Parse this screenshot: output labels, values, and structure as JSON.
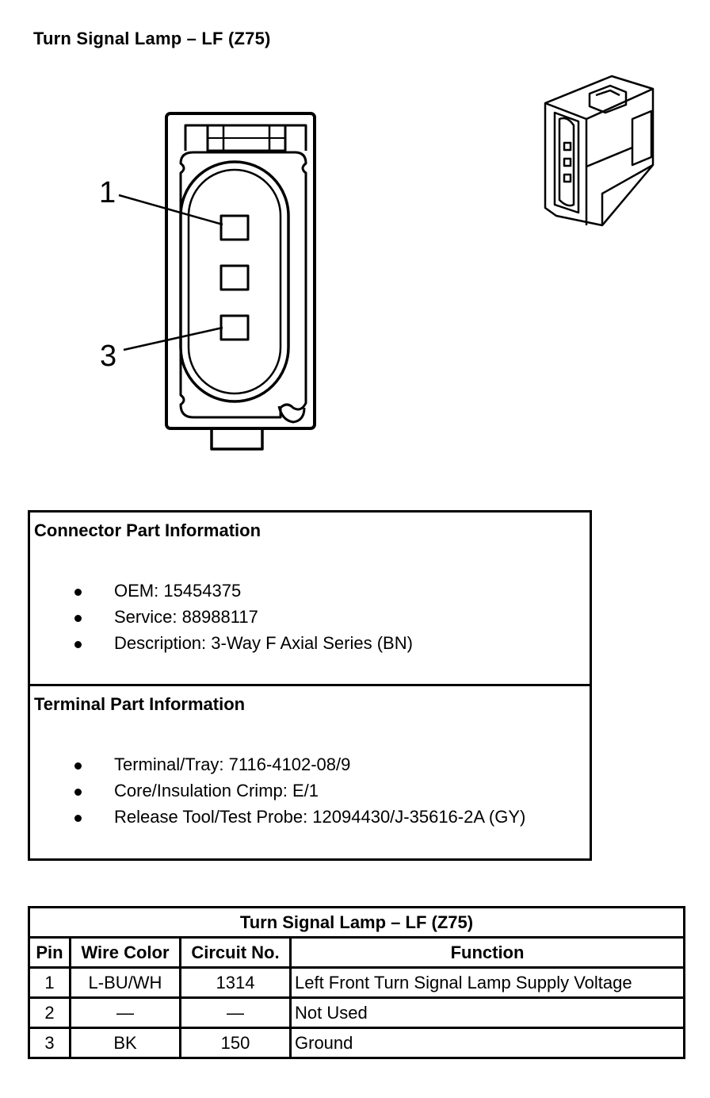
{
  "title": "Turn Signal Lamp – LF (Z75)",
  "diagram": {
    "pin_callouts": [
      "1",
      "3"
    ]
  },
  "connector_info": {
    "heading": "Connector Part Information",
    "items": [
      "OEM: 15454375",
      "Service: 88988117",
      "Description: 3-Way F Axial Series (BN)"
    ]
  },
  "terminal_info": {
    "heading": "Terminal Part Information",
    "items": [
      "Terminal/Tray: 7116-4102-08/9",
      "Core/Insulation Crimp: E/1",
      "Release Tool/Test Probe: 12094430/J-35616-2A (GY)"
    ]
  },
  "pinout_table": {
    "title": "Turn Signal Lamp – LF (Z75)",
    "headers": [
      "Pin",
      "Wire Color",
      "Circuit No.",
      "Function"
    ],
    "rows": [
      [
        "1",
        "L-BU/WH",
        "1314",
        "Left Front Turn Signal Lamp Supply Voltage"
      ],
      [
        "2",
        "—",
        "—",
        "Not Used"
      ],
      [
        "3",
        "BK",
        "150",
        "Ground"
      ]
    ]
  }
}
